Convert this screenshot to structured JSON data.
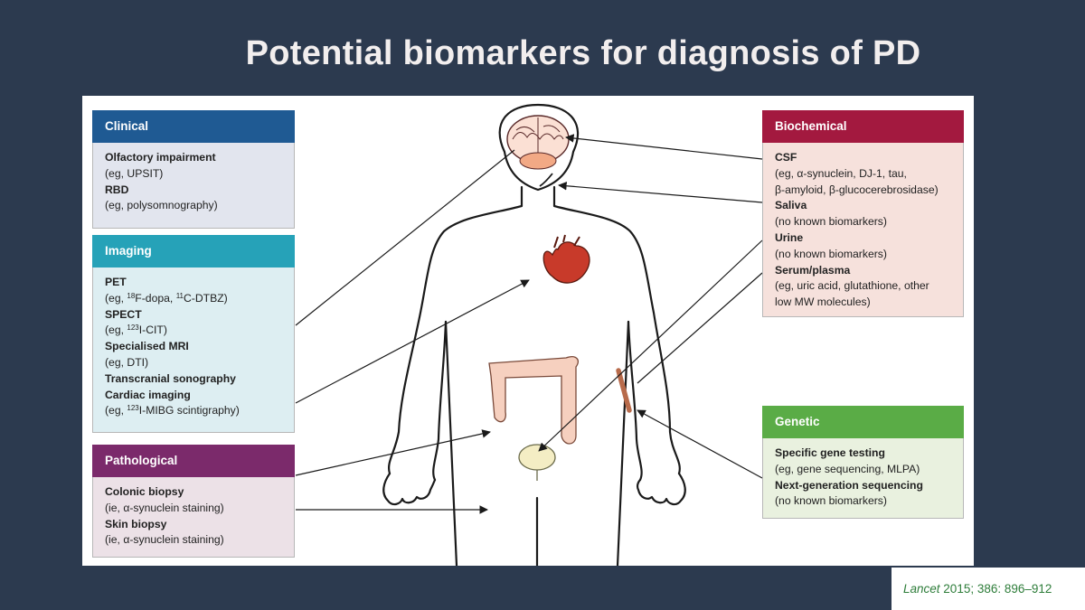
{
  "title": "Potential biomarkers for diagnosis of PD",
  "colors": {
    "clinical": "#1f5a93",
    "imaging": "#26a2b8",
    "pathological": "#7b2a6b",
    "biochemical": "#a3193f",
    "genetic": "#5aac46",
    "clinical_bg": "#e2e5ee",
    "imaging_bg": "#ddeef2",
    "pathological_bg": "#ece1e7",
    "biochemical_bg": "#f6e1dc",
    "genetic_bg": "#e9f1df"
  },
  "boxes": {
    "clinical": {
      "header": "Clinical",
      "items": [
        {
          "name": "Olfactory impairment",
          "note": "(eg, UPSIT)"
        },
        {
          "name": "RBD",
          "note": "(eg, polysomnography)"
        }
      ]
    },
    "imaging": {
      "header": "Imaging",
      "pet_name": "PET",
      "pet_note": {
        "pre": "(eg, ",
        "sup1": "18",
        "mid": "F-dopa, ",
        "sup2": "11",
        "post": "C-DTBZ)"
      },
      "spect_name": "SPECT",
      "spect_note": {
        "pre": "(eg, ",
        "sup": "123",
        "post": "I-CIT)"
      },
      "mri_name": "Specialised MRI",
      "mri_note": "(eg, DTI)",
      "sono_name": "Transcranial sonography",
      "cardiac_name": "Cardiac imaging",
      "cardiac_note": {
        "pre": "(eg, ",
        "sup": "123",
        "post": "I-MIBG scintigraphy)"
      }
    },
    "pathological": {
      "header": "Pathological",
      "items": [
        {
          "name": "Colonic biopsy",
          "note": "(ie, α-synuclein staining)"
        },
        {
          "name": "Skin biopsy",
          "note": "(ie, α-synuclein staining)"
        }
      ]
    },
    "biochemical": {
      "header": "Biochemical",
      "items": [
        {
          "name": "CSF",
          "note": "(eg, α-synuclein, DJ-1, tau,",
          "note2": "β-amyloid, β-glucocerebrosidase)"
        },
        {
          "name": "Saliva",
          "note": "(no known biomarkers)"
        },
        {
          "name": "Urine",
          "note": "(no known biomarkers)"
        },
        {
          "name": "Serum/plasma",
          "note": "(eg, uric acid, glutathione, other",
          "note2": "low MW molecules)"
        }
      ]
    },
    "genetic": {
      "header": "Genetic",
      "items": [
        {
          "name": "Specific gene testing",
          "note": "(eg, gene sequencing, MLPA)"
        },
        {
          "name": "Next-generation sequencing",
          "note": "(no known biomarkers)"
        }
      ]
    }
  },
  "citation": {
    "journal": "Lancet",
    "rest": " 2015; 386: 896–912"
  }
}
